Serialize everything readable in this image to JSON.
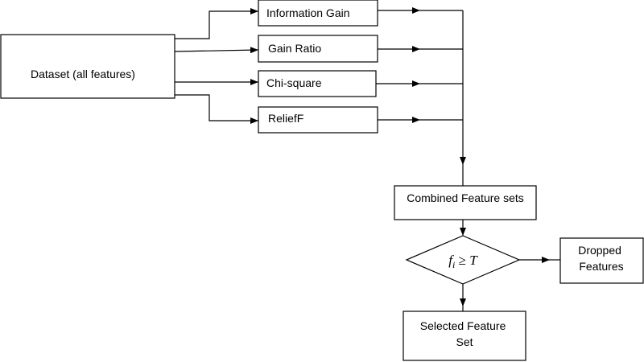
{
  "nodes": {
    "dataset": {
      "label": "Dataset (all features)"
    },
    "info_gain": {
      "label": "Information Gain"
    },
    "gain_ratio": {
      "label": "Gain Ratio"
    },
    "chi_square": {
      "label": "Chi-square"
    },
    "relieff": {
      "label": "ReliefF"
    },
    "combined": {
      "label": "Combined Feature sets"
    },
    "condition": {
      "var": "f",
      "sub": "i",
      "op": " ≥ ",
      "threshold": "T"
    },
    "dropped": {
      "line1": "Dropped",
      "line2": "Features"
    },
    "selected": {
      "line1": "Selected Feature",
      "line2": "Set"
    }
  }
}
